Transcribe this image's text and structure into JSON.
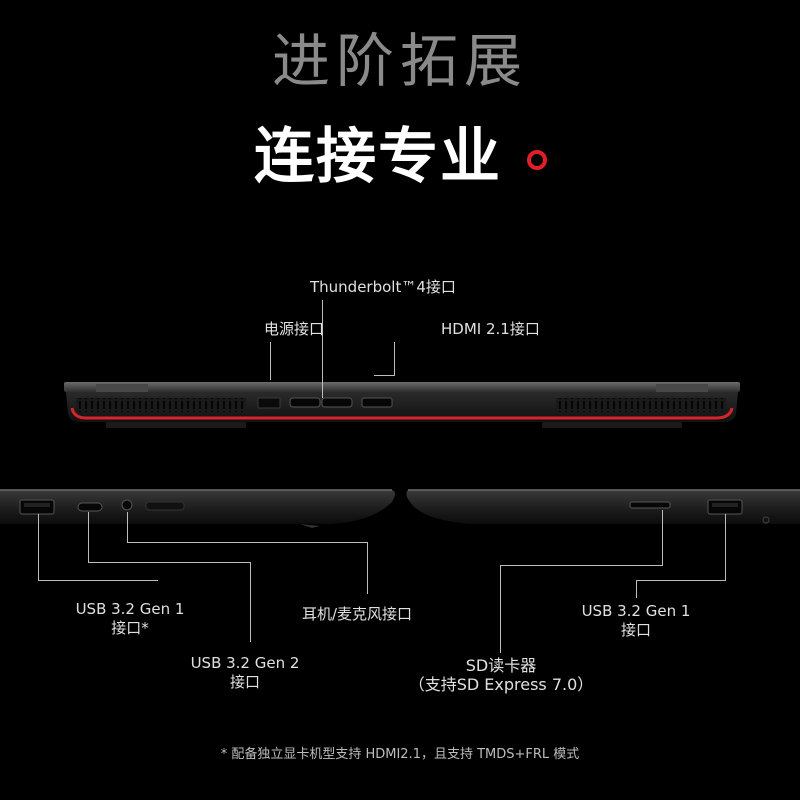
{
  "headline": {
    "line1": "进阶拓展",
    "line2": "连接专业",
    "accent_color": "#e21f26"
  },
  "ports": {
    "thunderbolt": "Thunderbolt™4接口",
    "power": "电源接口",
    "hdmi": "HDMI 2.1接口",
    "left_usb_a": {
      "line1": "USB 3.2 Gen 1",
      "line2": "接口*"
    },
    "left_usb_c": {
      "line1": "USB 3.2 Gen 2",
      "line2": "接口"
    },
    "audio": "耳机/麦克风接口",
    "sd": {
      "line1": "SD读卡器",
      "line2": "（支持SD Express 7.0）"
    },
    "right_usb_a": {
      "line1": "USB 3.2 Gen 1",
      "line2": "接口"
    }
  },
  "footnote": "* 配备独立显卡机型支持 HDMI2.1，且支持 TMDS+FRL 模式"
}
